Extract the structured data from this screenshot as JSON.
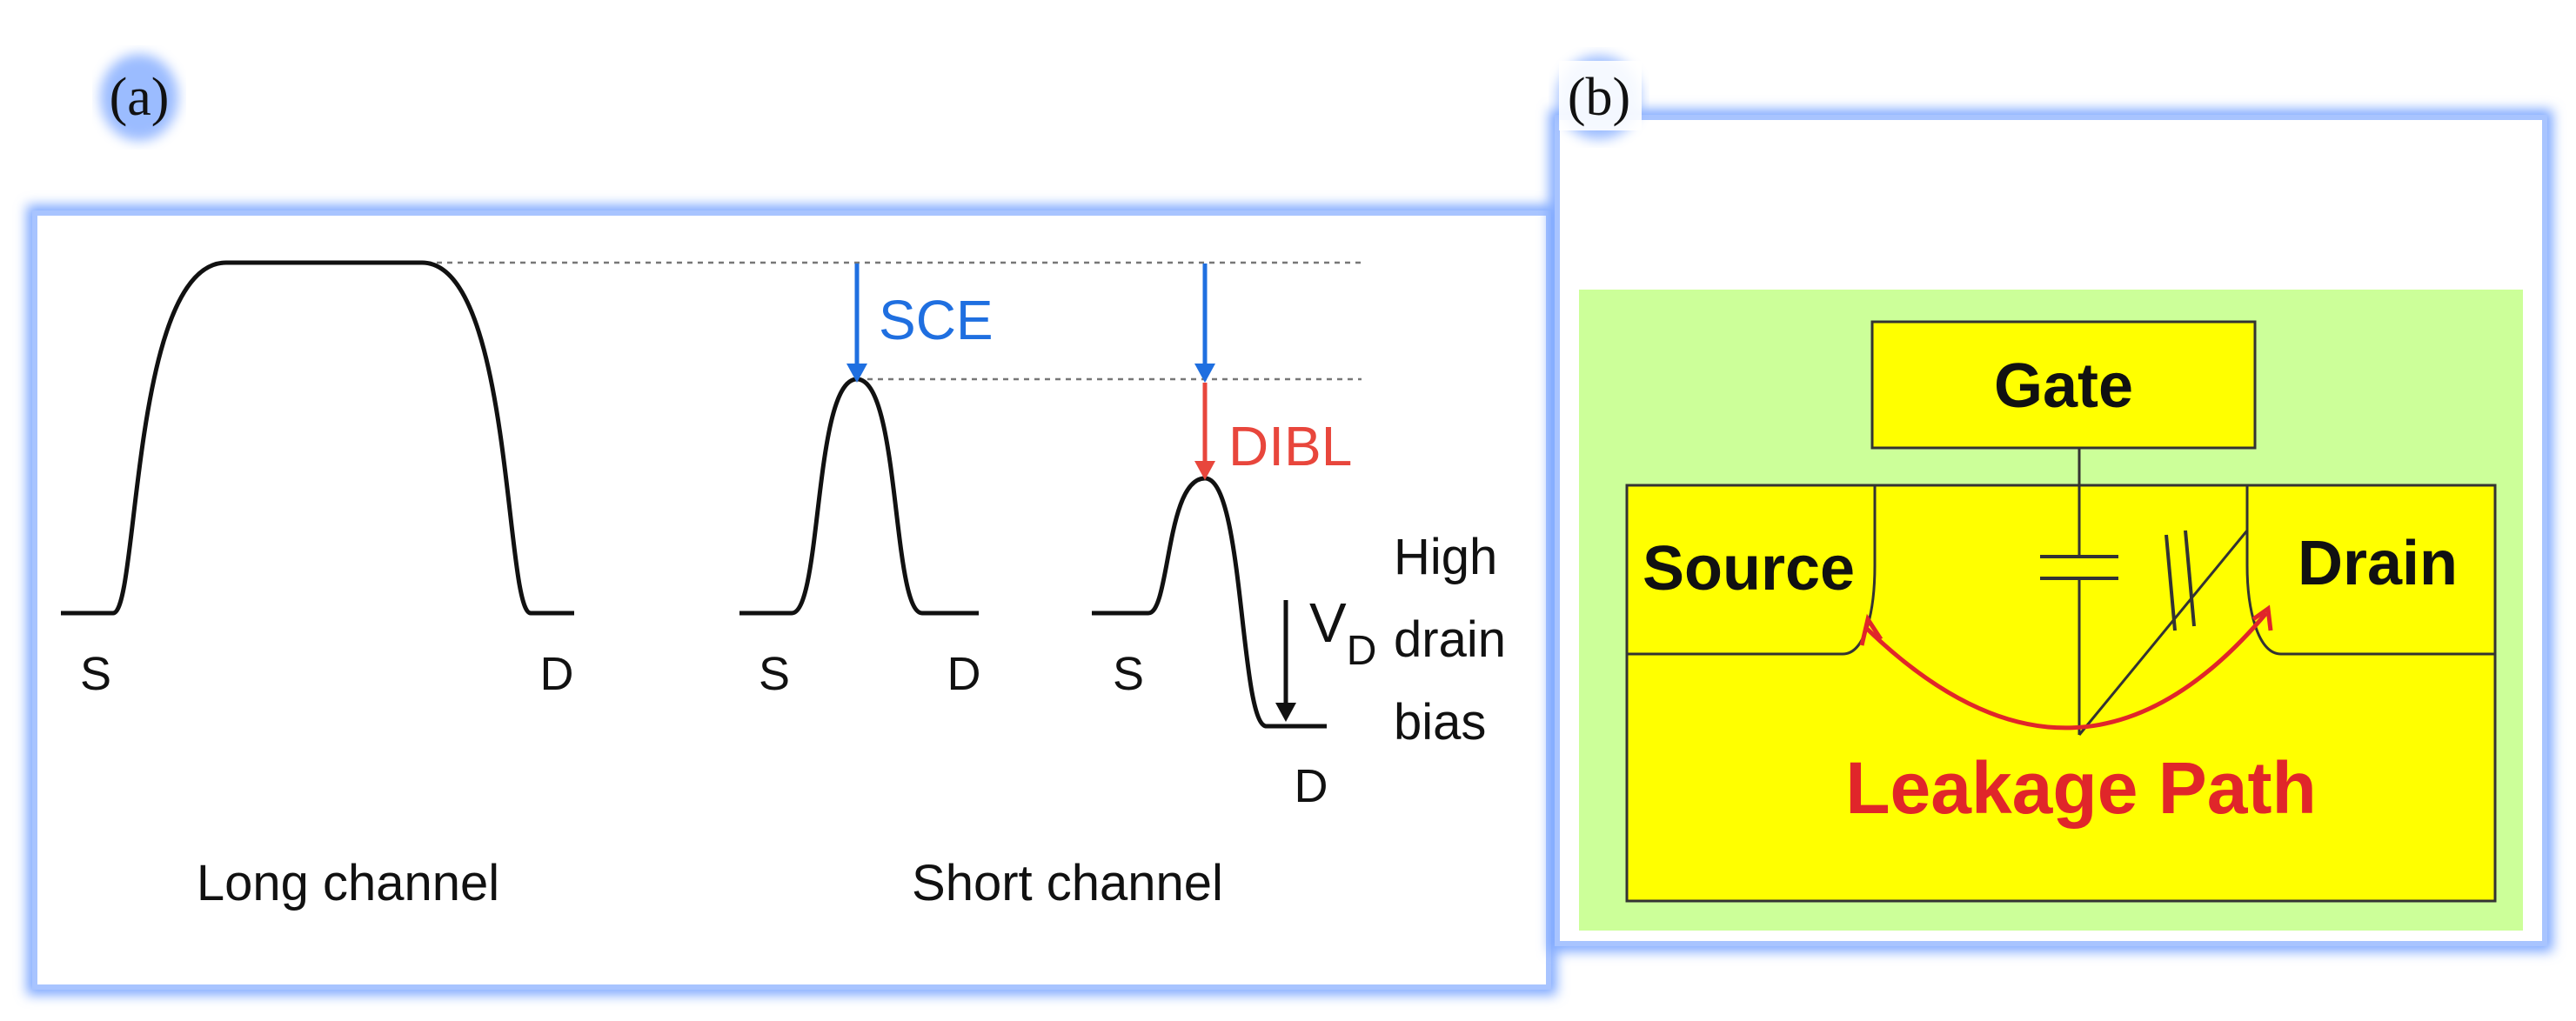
{
  "panel_a": {
    "label": "(a)",
    "long_channel": {
      "source": "S",
      "drain": "D",
      "caption": "Long channel"
    },
    "short_channel": {
      "sce_label": "SCE",
      "dibl_label": "DIBL",
      "low_bias": {
        "source": "S",
        "drain": "D"
      },
      "high_bias": {
        "source": "S",
        "drain": "D",
        "vd_label": "V",
        "vd_sub": "D",
        "bias_note": [
          "High",
          "drain",
          "bias"
        ]
      },
      "caption": "Short channel"
    },
    "colors": {
      "sce": "#1f6fe0",
      "dibl": "#e8463c",
      "curve": "#111111"
    }
  },
  "panel_b": {
    "label": "(b)",
    "gate": "Gate",
    "source": "Source",
    "drain": "Drain",
    "leakage": "Leakage Path",
    "colors": {
      "background": "#ccff99",
      "silicon": "#ffff00",
      "leakage": "#e0262a"
    }
  },
  "frame_glow_color": "#7aa6ff"
}
